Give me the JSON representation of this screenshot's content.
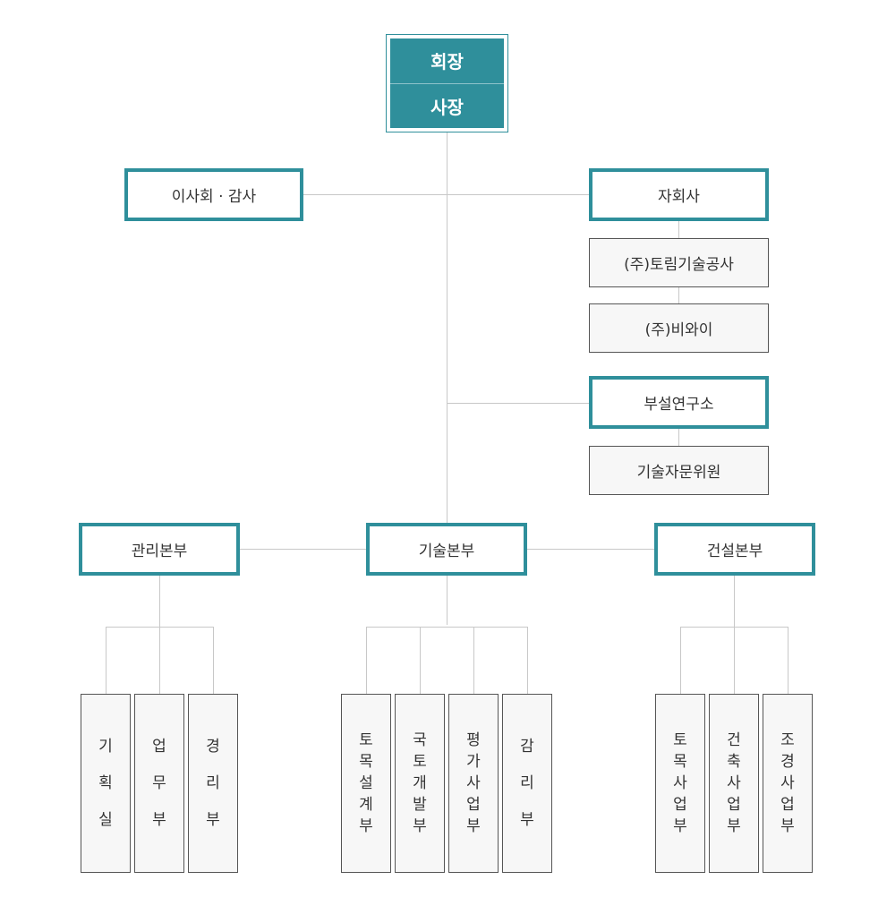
{
  "top": {
    "chairman": "회장",
    "president": "사장"
  },
  "board": "이사회 · 감사",
  "subsidiaries": {
    "header": "자회사",
    "items": [
      "(주)토림기술공사",
      "(주)비와이"
    ]
  },
  "lab": {
    "header": "부설연구소",
    "committee": "기술자문위원"
  },
  "divisions": {
    "management": {
      "label": "관리본부",
      "units": [
        "기획실",
        "업무부",
        "경리부"
      ]
    },
    "technology": {
      "label": "기술본부",
      "units": [
        "토목설계부",
        "국토개발부",
        "평가사업부",
        "감리부"
      ]
    },
    "construction": {
      "label": "건설본부",
      "units": [
        "토목사업부",
        "건축사업부",
        "조경사업부"
      ]
    }
  },
  "colors": {
    "accent": "#2f8f9b",
    "line": "#c8c8c8",
    "box_fill": "#f7f7f7"
  }
}
